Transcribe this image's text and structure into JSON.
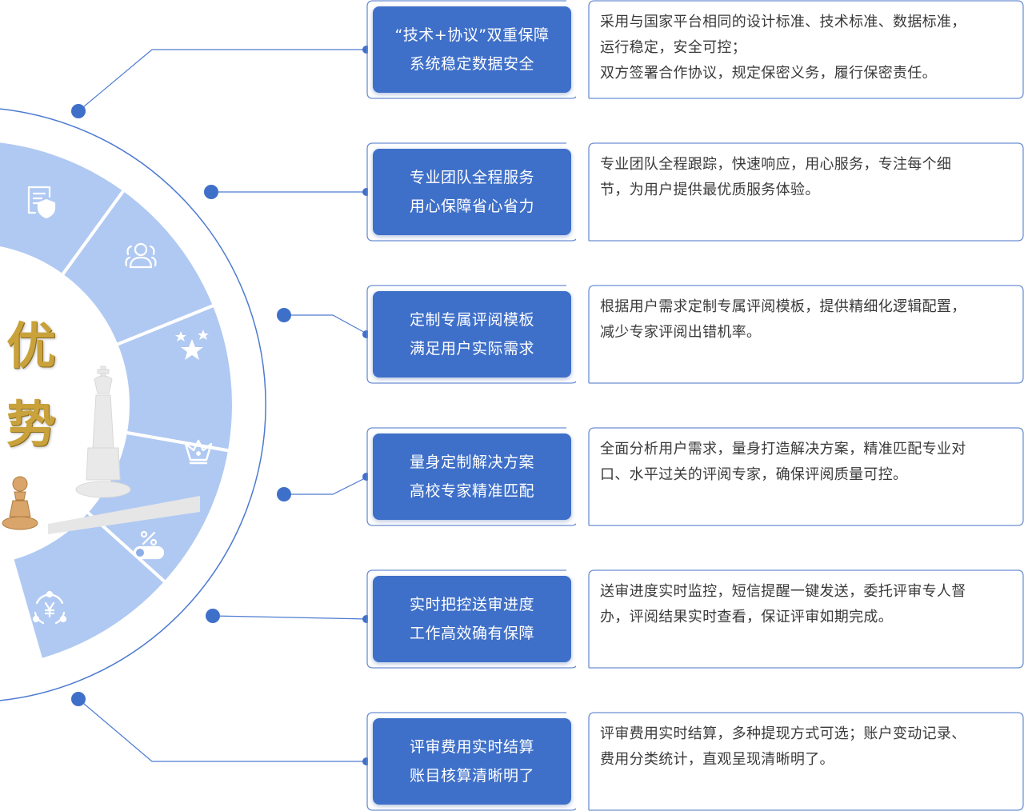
{
  "title": [
    "优",
    "势"
  ],
  "colors": {
    "accent": "#3f70c9",
    "outline": "#6c8fd3",
    "title_gold": "#c9a23c"
  },
  "wheel_icons": [
    "document-shield-icon",
    "users-icon",
    "stars-icon",
    "crown-icon",
    "percent-toggle-icon",
    "yuan-cycle-icon"
  ],
  "items": [
    {
      "title_lines": [
        "“技术+协议”双重保障",
        "系统稳定数据安全"
      ],
      "desc_lines": [
        "采用与国家平台相同的设计标准、技术标准、数据标准，",
        "运行稳定，安全可控；",
        "双方签署合作协议，规定保密义务，履行保密责任。"
      ]
    },
    {
      "title_lines": [
        "专业团队全程服务",
        "用心保障省心省力"
      ],
      "desc_lines": [
        "专业团队全程跟踪，快速响应，用心服务，专注每个细",
        "节，为用户提供最优质服务体验。"
      ]
    },
    {
      "title_lines": [
        "定制专属评阅模板",
        "满足用户实际需求"
      ],
      "desc_lines": [
        "根据用户需求定制专属评阅模板，提供精细化逻辑配置，",
        "减少专家评阅出错机率。"
      ]
    },
    {
      "title_lines": [
        "量身定制解决方案",
        "高校专家精准匹配"
      ],
      "desc_lines": [
        "全面分析用户需求，量身打造解决方案，精准匹配专业对",
        "口、水平过关的评阅专家，确保评阅质量可控。"
      ]
    },
    {
      "title_lines": [
        "实时把控送审进度",
        "工作高效确有保障"
      ],
      "desc_lines": [
        "送审进度实时监控，短信提醒一键发送，委托评审专人督",
        "办，评阅结果实时查看，保证评审如期完成。"
      ]
    },
    {
      "title_lines": [
        "评审费用实时结算",
        "账目核算清晰明了"
      ],
      "desc_lines": [
        "评审费用实时结算，多种提现方式可选；账户变动记录、",
        "费用分类统计，直观呈现清晰明了。"
      ]
    }
  ]
}
